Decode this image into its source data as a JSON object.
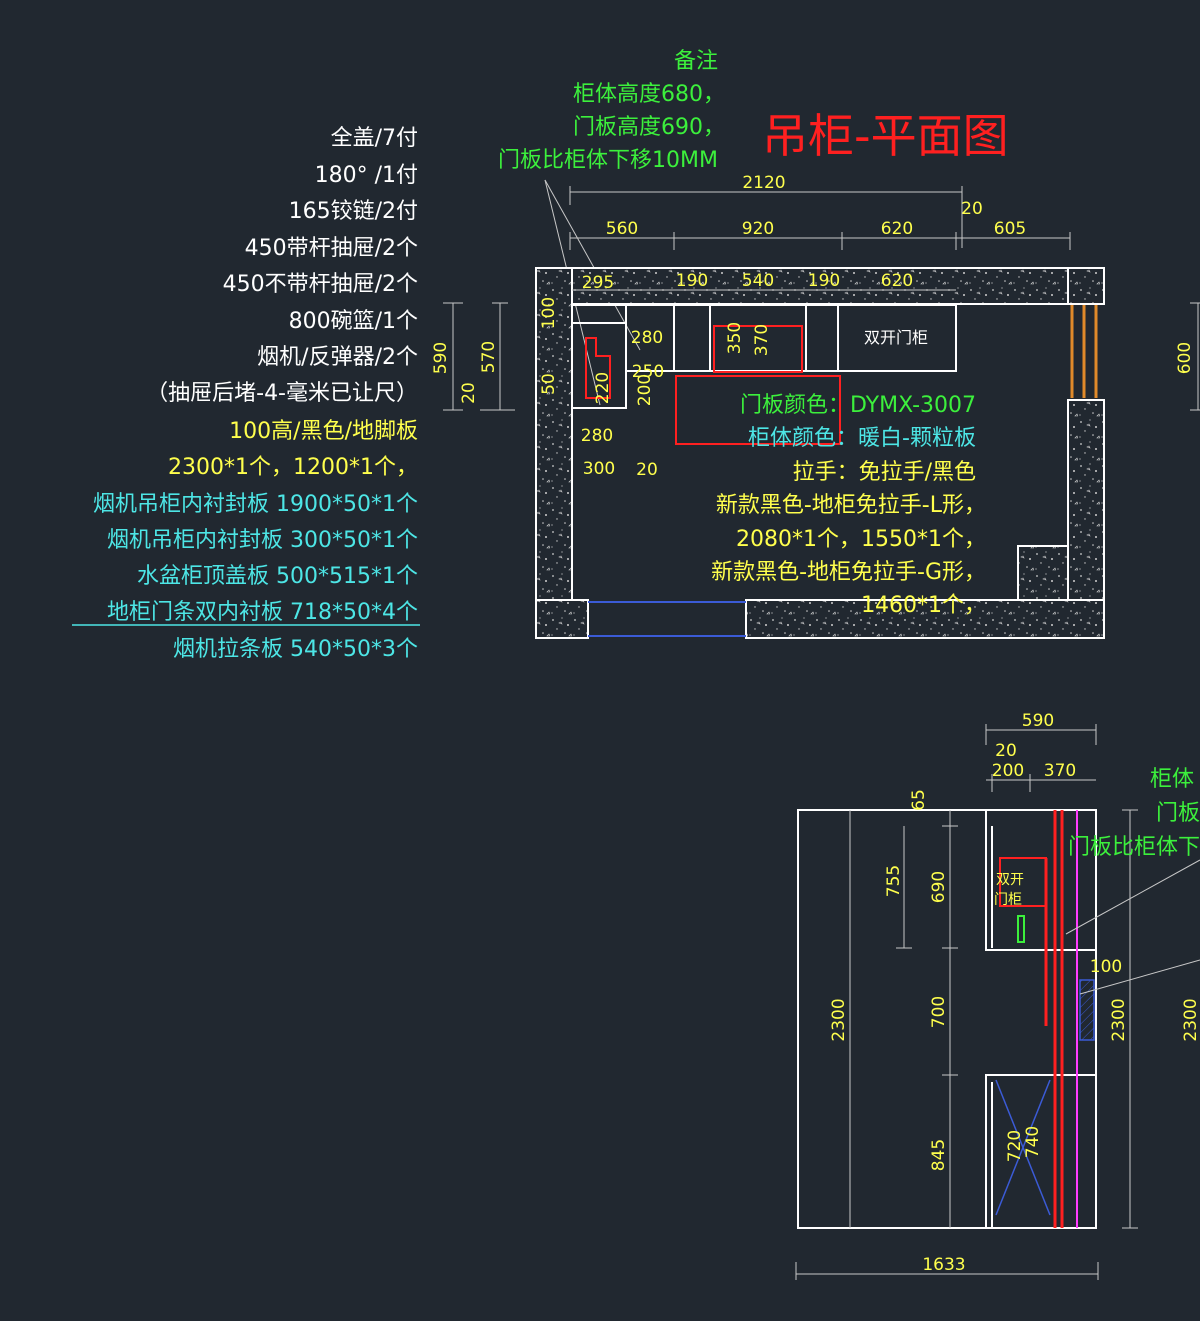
{
  "title": "吊柜-平面图",
  "colors": {
    "background": "#212830",
    "white": "#ffffff",
    "yellow": "#ffff4d",
    "green": "#3cf03c",
    "cyan": "#4de6e6",
    "red": "#ff2020",
    "dim": "#c8c8c8",
    "orange": "#e08a2a",
    "magenta": "#ff3cff",
    "blue": "#3b5bd6"
  },
  "notes": {
    "heading": "备注",
    "lines": [
      "柜体高度680，",
      "门板高度690，",
      "门板比柜体下移10MM"
    ]
  },
  "hardware_list": {
    "white_items": [
      "全盖/7付",
      "180° /1付",
      "165铰链/2付",
      "450带杆抽屉/2个",
      "450不带杆抽屉/2个",
      "800碗篮/1个",
      "烟机/反弹器/2个",
      "（抽屉后堵-4-毫米已让尺）"
    ],
    "yellow_items": [
      "100高/黑色/地脚板",
      "2300*1个，1200*1个，"
    ],
    "cyan_items": [
      "烟机吊柜内衬封板 1900*50*1个",
      "烟机吊柜内衬封板 300*50*1个",
      "水盆柜顶盖板 500*515*1个",
      "地柜门条双内衬板 718*50*4个",
      "烟机拉条板 540*50*3个"
    ]
  },
  "plan_view": {
    "dimensions": {
      "total_top": "2120",
      "gap_right": "20",
      "seg_560": "560",
      "seg_920": "920",
      "seg_620": "620",
      "seg_605": "605",
      "inner_295": "295",
      "inner_190a": "190",
      "inner_540": "540",
      "inner_190b": "190",
      "inner_620": "620",
      "d280a": "280",
      "d350": "350",
      "d370": "370",
      "d280b": "280",
      "d300": "300",
      "d20": "20",
      "d250": "250",
      "d200": "200",
      "d220": "220",
      "v100": "100",
      "v50": "50",
      "v590": "590",
      "v570": "570",
      "v20": "20",
      "v600": "600"
    },
    "double_door_label": "双开门柜",
    "spec_lines": {
      "door_color": "门板颜色：DYMX-3007",
      "body_color": "柜体颜色：暖白-颗粒板",
      "handle": "拉手：免拉手/黑色",
      "l_profile": "新款黑色-地柜免拉手-L形，",
      "l_sizes": "2080*1个，1550*1个，",
      "g_profile": "新款黑色-地柜免拉手-G形，",
      "g_sizes": "1460*1个，"
    }
  },
  "elevation_view": {
    "dimensions": {
      "top_590": "590",
      "top_20": "20",
      "top_200": "200",
      "top_370": "370",
      "v65": "65",
      "v755": "755",
      "v690": "690",
      "v700": "700",
      "v845": "845",
      "v2300_left": "2300",
      "v2300_right": "2300",
      "v2300_far": "2300",
      "v100": "100",
      "v720": "720",
      "v740": "740",
      "bottom_1633": "1633"
    },
    "door_label_line1": "双开",
    "door_label_line2": "门柜",
    "side_note": {
      "line1": "柜体",
      "line2": "门板",
      "line3": "门板比柜体下"
    }
  }
}
